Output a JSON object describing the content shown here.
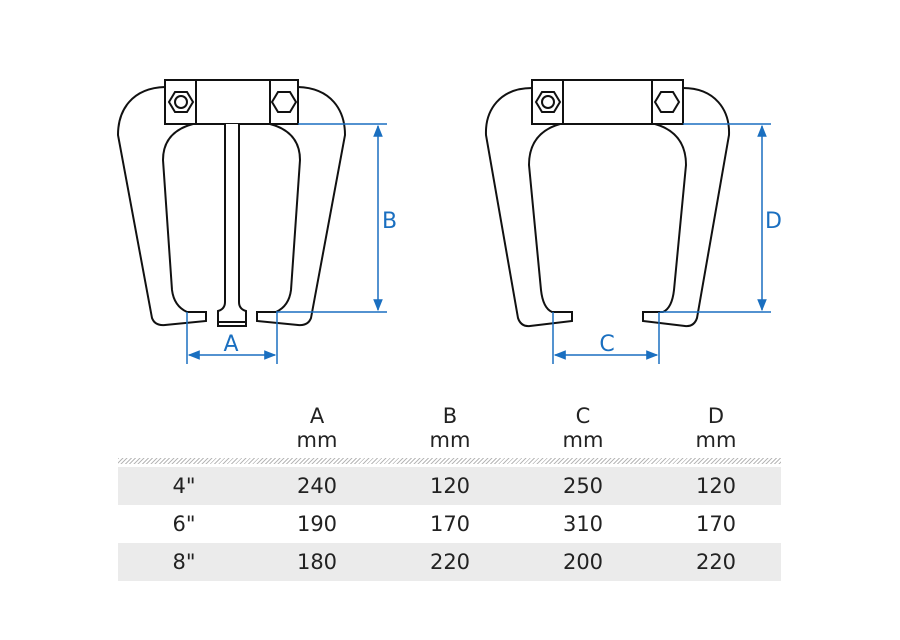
{
  "diagram": {
    "left_tool": {
      "labels": {
        "width": "A",
        "depth": "B"
      }
    },
    "right_tool": {
      "labels": {
        "width": "C",
        "depth": "D"
      }
    },
    "dimension_color": "#1a6fc0"
  },
  "table": {
    "headers": [
      {
        "letter": "A",
        "unit": "mm"
      },
      {
        "letter": "B",
        "unit": "mm"
      },
      {
        "letter": "C",
        "unit": "mm"
      },
      {
        "letter": "D",
        "unit": "mm"
      }
    ],
    "rows": [
      {
        "size": "4\"",
        "values": [
          "240",
          "120",
          "250",
          "120"
        ]
      },
      {
        "size": "6\"",
        "values": [
          "190",
          "170",
          "310",
          "170"
        ]
      },
      {
        "size": "8\"",
        "values": [
          "180",
          "220",
          "200",
          "220"
        ]
      }
    ]
  }
}
